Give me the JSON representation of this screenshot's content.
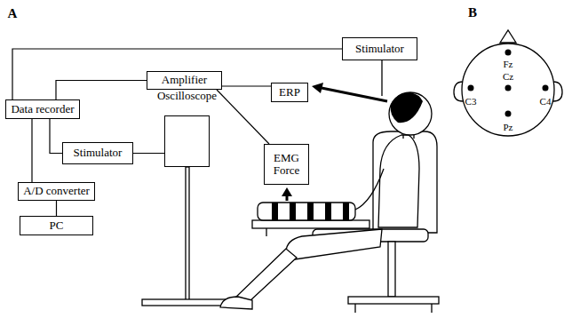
{
  "diagram": {
    "nodes": [
      {
        "text": [
          "Stimulator"
        ]
      },
      {
        "text": [
          "Amplifier"
        ]
      },
      {
        "text": [
          "ERP"
        ]
      },
      {
        "text": [
          "Data recorder"
        ]
      },
      {
        "text": [
          "Oscilloscope"
        ]
      },
      {
        "text": [
          "Stimulator"
        ]
      },
      {
        "text": [
          "EMG Force"
        ]
      },
      {
        "text": [
          "A/D converter"
        ]
      },
      {
        "text": [
          "PC"
        ]
      }
    ],
    "edges": [
      {
        "from": 0,
        "to": 3,
        "arrow": "none"
      },
      {
        "from": 1,
        "to": 3,
        "arrow": "none"
      },
      {
        "from": 1,
        "to": 2,
        "arrow": "none"
      },
      {
        "from": 1,
        "to": 6,
        "arrow": "none"
      },
      {
        "from": 3,
        "to": 5,
        "arrow": "none"
      },
      {
        "from": 5,
        "to": 4,
        "arrow": "none"
      },
      {
        "from": 3,
        "to": 7,
        "arrow": "none"
      },
      {
        "from": 7,
        "to": 8,
        "arrow": "none"
      }
    ],
    "labels": [
      "A",
      "B",
      "Fz",
      "C3",
      "Cz",
      "C4",
      "Pz"
    ]
  }
}
